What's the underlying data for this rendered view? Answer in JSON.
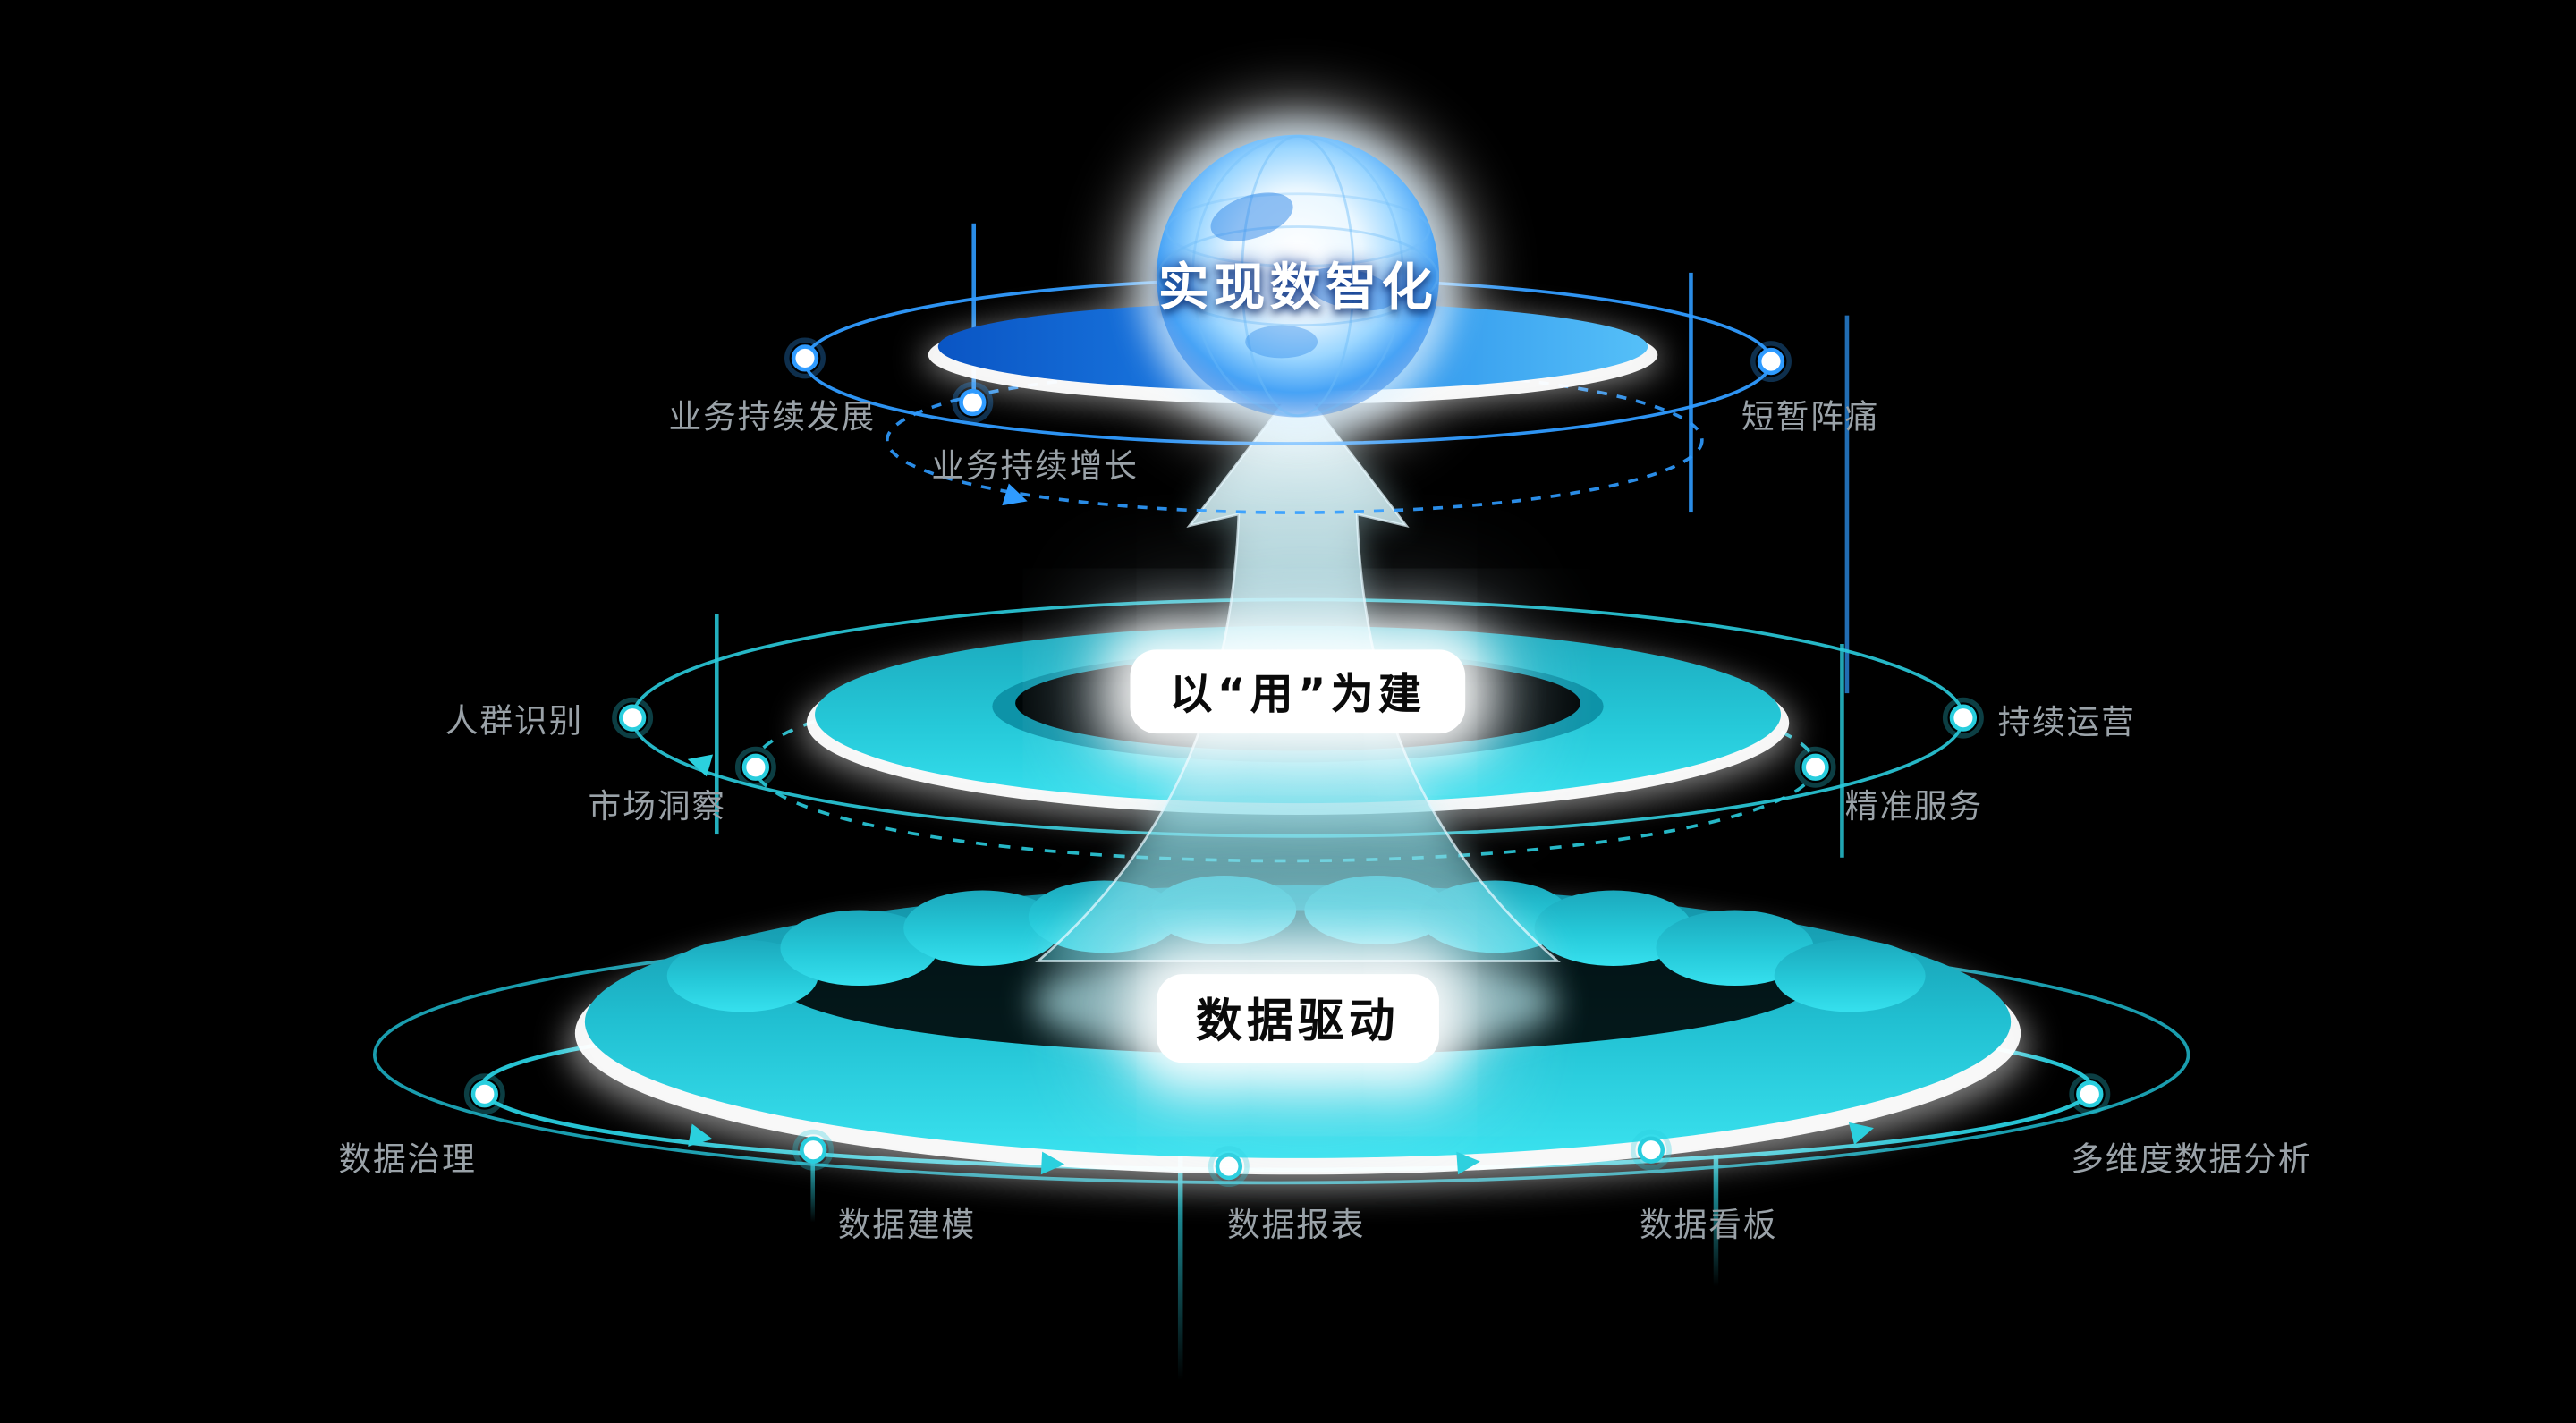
{
  "colors": {
    "background": "#000000",
    "top_accent": "#2f9bff",
    "tier_teal": "#29cede",
    "label_gray": "#9aa2a8"
  },
  "tiers": {
    "top": {
      "title": "实现数智化",
      "labels": {
        "business_sustained_development": "业务持续发展",
        "business_sustained_growth": "业务持续增长",
        "short_term_pain": "短暂阵痛"
      }
    },
    "middle": {
      "title": "以“用”为建",
      "labels": {
        "crowd_identification": "人群识别",
        "market_insight": "市场洞察",
        "continuous_operation": "持续运营",
        "precise_service": "精准服务"
      }
    },
    "bottom": {
      "title": "数据驱动",
      "labels": {
        "data_governance": "数据治理",
        "data_modeling": "数据建模",
        "data_report": "数据报表",
        "data_dashboard": "数据看板",
        "multi_dimension_analysis": "多维度数据分析"
      }
    }
  }
}
